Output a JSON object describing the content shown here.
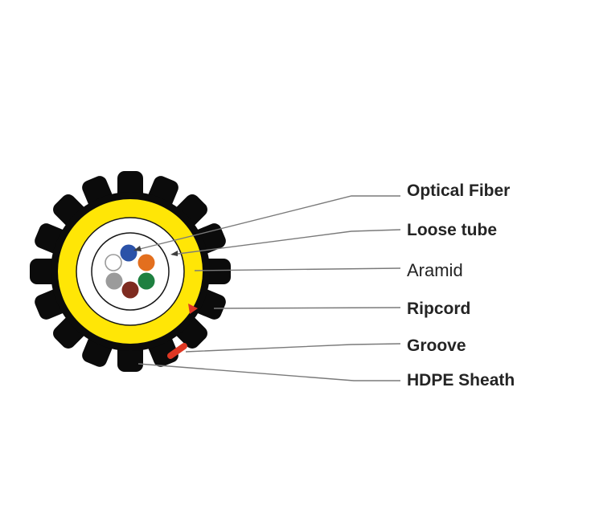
{
  "diagram": {
    "title_hint": "Fiber optic cable cross-section diagram",
    "labels": [
      {
        "id": "optical-fiber",
        "text": "Optical Fiber"
      },
      {
        "id": "loose-tube",
        "text": "Loose tube"
      },
      {
        "id": "aramid",
        "text": "Aramid"
      },
      {
        "id": "ripcord",
        "text": "Ripcord"
      },
      {
        "id": "groove",
        "text": "Groove"
      },
      {
        "id": "hdpe-sheath",
        "text": "HDPE Sheath"
      }
    ],
    "colors": {
      "sheath_black": "#0b0b0b",
      "aramid_yellow": "#ffe606",
      "fiber_blue": "#2b52a8",
      "fiber_orange": "#e36f1e",
      "fiber_green": "#1e8040",
      "fiber_gray": "#9b9b9b",
      "fiber_darkred": "#7e2b20",
      "fiber_white": "#ffffff",
      "marker_red": "#de3723",
      "leader_line": "#7a7a7a",
      "label_text": "#242424"
    },
    "fiber_order": [
      "blue",
      "white",
      "orange",
      "gray",
      "green",
      "dark-red"
    ]
  }
}
